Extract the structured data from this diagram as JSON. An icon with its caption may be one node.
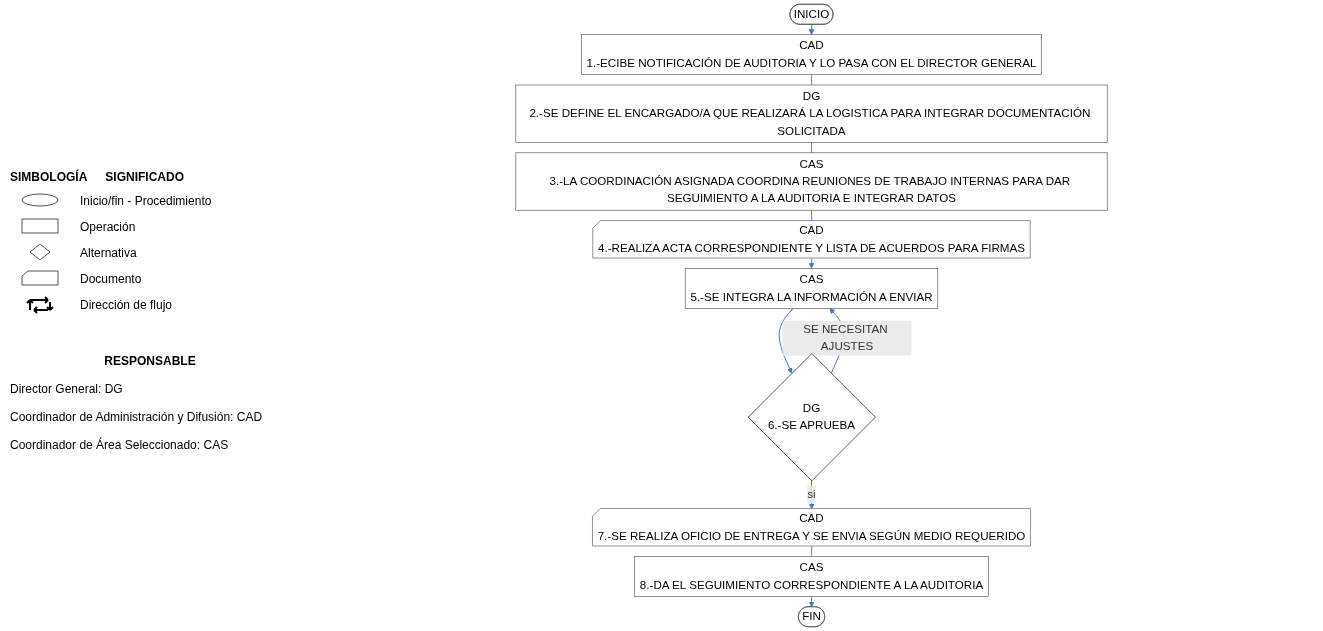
{
  "diagram": {
    "nodes": [
      {
        "text": [
          "INICIO"
        ]
      },
      {
        "text": [
          "CAD",
          "1.-ECIBE NOTIFICACIÓN DE AUDITORIA Y LO PASA CON EL DIRECTOR GENERAL"
        ]
      },
      {
        "text": [
          "DG",
          "2.-SE DEFINE EL ENCARGADO/A QUE REALIZARÁ LA LOGISTICA PARA INTEGRAR DOCUMENTACIÓN SOLICITADA"
        ]
      },
      {
        "text": [
          "CAS",
          "3.-LA COORDINACIÓN ASIGNADA COORDINA REUNIONES DE TRABAJO INTERNAS PARA DAR SEGUIMIENTO A LA AUDITORIA E INTEGRAR DATOS"
        ]
      },
      {
        "text": [
          "CAD",
          "4.-REALIZA ACTA CORRESPONDIENTE Y LISTA DE ACUERDOS PARA FIRMAS"
        ]
      },
      {
        "text": [
          "CAS",
          "5.-SE INTEGRA LA INFORMACIÓN A ENVIAR"
        ]
      },
      {
        "text": [
          "DG",
          "6.-SE APRUEBA"
        ]
      },
      {
        "text": [
          "CAD",
          "7.-SE REALIZA OFICIO DE ENTREGA Y SE ENVIA SEGÚN MEDIO REQUERIDO"
        ]
      },
      {
        "text": [
          "CAS",
          "8.-DA EL SEGUIMIENTO CORRESPONDIENTE A LA AUDITORIA"
        ]
      },
      {
        "text": [
          "FIN"
        ]
      }
    ],
    "edges": [
      {
        "from": 0,
        "to": 1,
        "arrow": "to"
      },
      {
        "from": 1,
        "to": 2,
        "arrow": "none"
      },
      {
        "from": 2,
        "to": 3,
        "arrow": "none"
      },
      {
        "from": 3,
        "to": 4,
        "arrow": "none"
      },
      {
        "from": 4,
        "to": 5,
        "arrow": "to"
      },
      {
        "from": 5,
        "to": 6,
        "arrow": "to"
      },
      {
        "from": 6,
        "to": 5,
        "arrow": "to",
        "label": "SE NECESITAN AJUSTES"
      },
      {
        "from": 6,
        "to": 7,
        "arrow": "to",
        "label": "si"
      },
      {
        "from": 7,
        "to": 8,
        "arrow": "none"
      },
      {
        "from": 8,
        "to": 9,
        "arrow": "to"
      }
    ],
    "labels": [
      "SIMBOLOGÍA",
      "SIGNIFICADO",
      "RESPONSABLE",
      "Director General: DG",
      "Coordinador de Administración y Difusión: CAD",
      "Coordinador de Área Seleccionado: CAS"
    ],
    "legend": [
      {
        "text": "Inicio/fin - Procedimiento"
      },
      {
        "text": "Operación"
      },
      {
        "text": "Alternativa"
      },
      {
        "text": "Documento"
      },
      {
        "text": "Dirección de flujo"
      }
    ]
  }
}
